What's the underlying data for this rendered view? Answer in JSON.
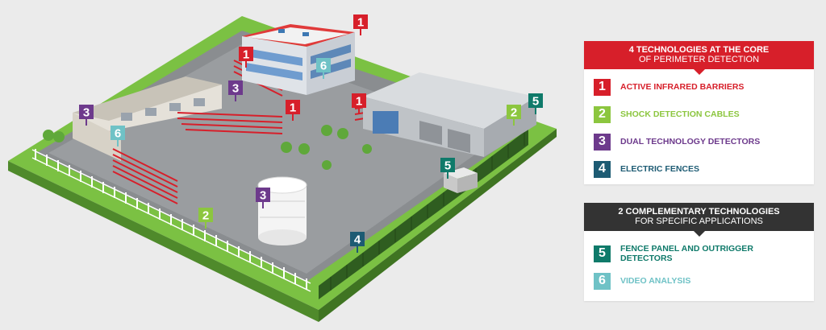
{
  "colors": {
    "red": "#d71f2a",
    "green": "#8cc63f",
    "purple": "#6d3a8c",
    "navy": "#1d5b73",
    "teal": "#0f7a6a",
    "lightblue": "#6fc2c6",
    "dark": "#333333"
  },
  "panel_core": {
    "title": "4 TECHNOLOGIES AT THE CORE",
    "subtitle": "OF PERIMETER DETECTION",
    "items": [
      {
        "num": "1",
        "label": "ACTIVE INFRARED BARRIERS",
        "color": "#d71f2a"
      },
      {
        "num": "2",
        "label": "SHOCK DETECTION CABLES",
        "color": "#8cc63f"
      },
      {
        "num": "3",
        "label": "DUAL TECHNOLOGY DETECTORS",
        "color": "#6d3a8c"
      },
      {
        "num": "4",
        "label": "ELECTRIC FENCES",
        "color": "#1d5b73"
      }
    ]
  },
  "panel_complementary": {
    "title": "2 COMPLEMENTARY TECHNOLOGIES",
    "subtitle": "FOR SPECIFIC APPLICATIONS",
    "items": [
      {
        "num": "5",
        "label": "FENCE PANEL AND OUTRIGGER DETECTORS",
        "color": "#0f7a6a"
      },
      {
        "num": "6",
        "label": "VIDEO ANALYSIS",
        "color": "#6fc2c6"
      }
    ]
  },
  "scene_markers": [
    {
      "num": "1",
      "color": "#d71f2a"
    },
    {
      "num": "1",
      "color": "#d71f2a"
    },
    {
      "num": "1",
      "color": "#d71f2a"
    },
    {
      "num": "1",
      "color": "#d71f2a"
    },
    {
      "num": "2",
      "color": "#8cc63f"
    },
    {
      "num": "2",
      "color": "#8cc63f"
    },
    {
      "num": "3",
      "color": "#6d3a8c"
    },
    {
      "num": "3",
      "color": "#6d3a8c"
    },
    {
      "num": "3",
      "color": "#6d3a8c"
    },
    {
      "num": "4",
      "color": "#1d5b73"
    },
    {
      "num": "5",
      "color": "#0f7a6a"
    },
    {
      "num": "5",
      "color": "#0f7a6a"
    },
    {
      "num": "6",
      "color": "#6fc2c6"
    },
    {
      "num": "6",
      "color": "#6fc2c6"
    }
  ]
}
